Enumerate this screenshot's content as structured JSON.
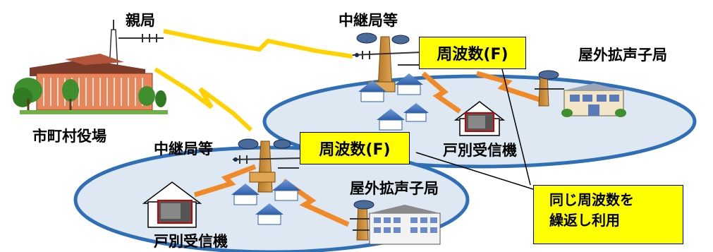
{
  "labels": {
    "parent_station": "親局",
    "municipal_office": "市町村役場",
    "relay_top": "中継局等",
    "relay_bottom": "中継局等",
    "outdoor_speaker_top": "屋外拡声子局",
    "outdoor_speaker_bottom": "屋外拡声子局",
    "household_receiver_top": "戸別受信機",
    "household_receiver_bottom": "戸別受信機"
  },
  "frequency_boxes": {
    "top": "周波数(F)",
    "bottom": "周波数(F)"
  },
  "note": {
    "line1": "同じ周波数を",
    "line2": "繰返し利用"
  },
  "colors": {
    "zone_fill": "#dde8f3",
    "zone_border": "#2f6fb5",
    "link_yellow": "#ffd200",
    "link_orange": "#f08a28",
    "highlight": "#ffff00"
  }
}
